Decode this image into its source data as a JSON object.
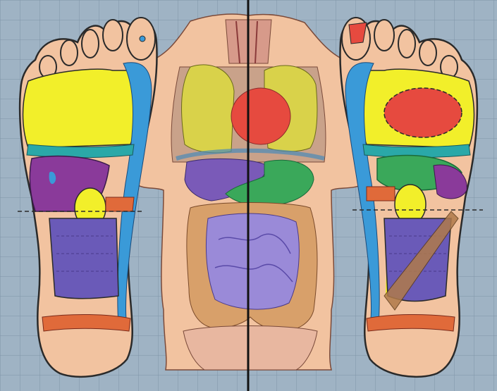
{
  "figure": {
    "subject": "foot-reflexology-organ-map",
    "panels": [
      "left-foot-map",
      "torso-organs",
      "right-foot-map"
    ],
    "colors": {
      "background": "#9fb3c4",
      "grid": "#7f94a8",
      "skin": "#f2c3a0",
      "skin_outline": "#2a2a2a",
      "lungs": "#f2ef2a",
      "heart": "#e64a3f",
      "liver_spleen": "#8a3a9a",
      "kidney": "#f2ef2a",
      "stomach": "#3aa85a",
      "intestines": "#6a5ab8",
      "spine_channel": "#3a9ad8",
      "pelvic_band": "#e06a3a",
      "midline": "#111111"
    }
  }
}
